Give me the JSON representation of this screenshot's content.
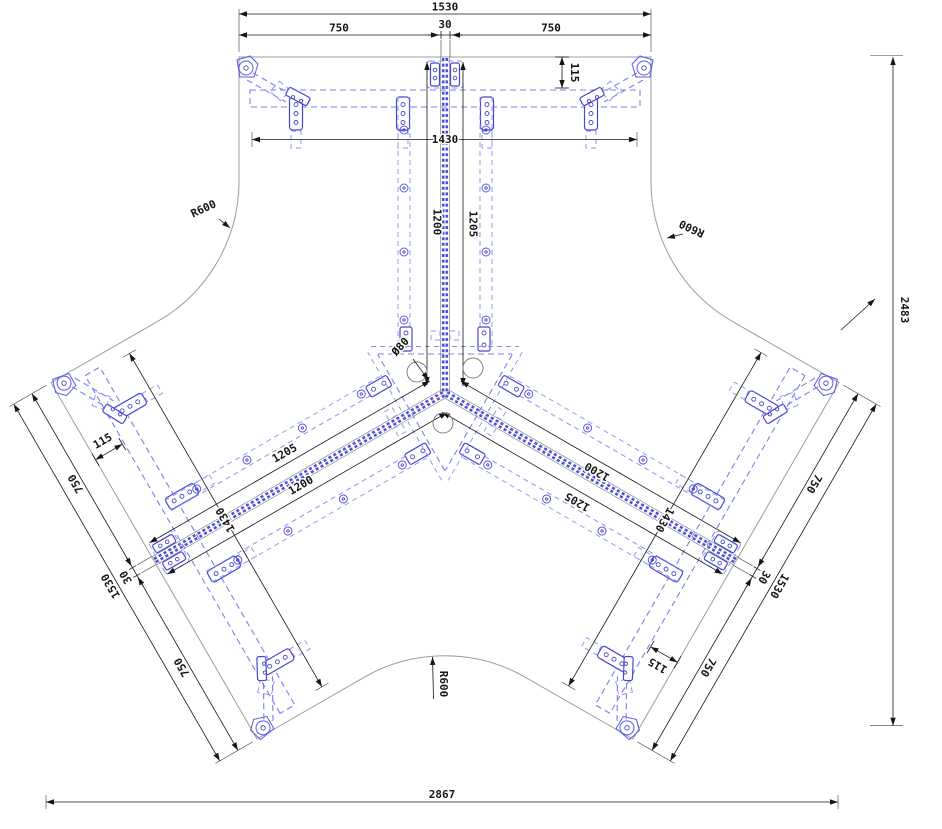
{
  "dims": {
    "overall_width": "2867",
    "overall_height": "2483",
    "arm_end_width": "1530",
    "arm_half_width_left": "750",
    "center_gap": "30",
    "arm_half_width_right": "750",
    "edge_inset": "115",
    "support_span": "1430",
    "rail_length_a": "1200",
    "rail_length_b": "1205",
    "corner_radius": "R600",
    "grommet_diameter": "Ø80"
  },
  "colors": {
    "dimension": "#161616",
    "outline": "#9c9c9c",
    "component": "#4747d2",
    "component_light": "#8c8cf0",
    "background": "#ffffff"
  }
}
